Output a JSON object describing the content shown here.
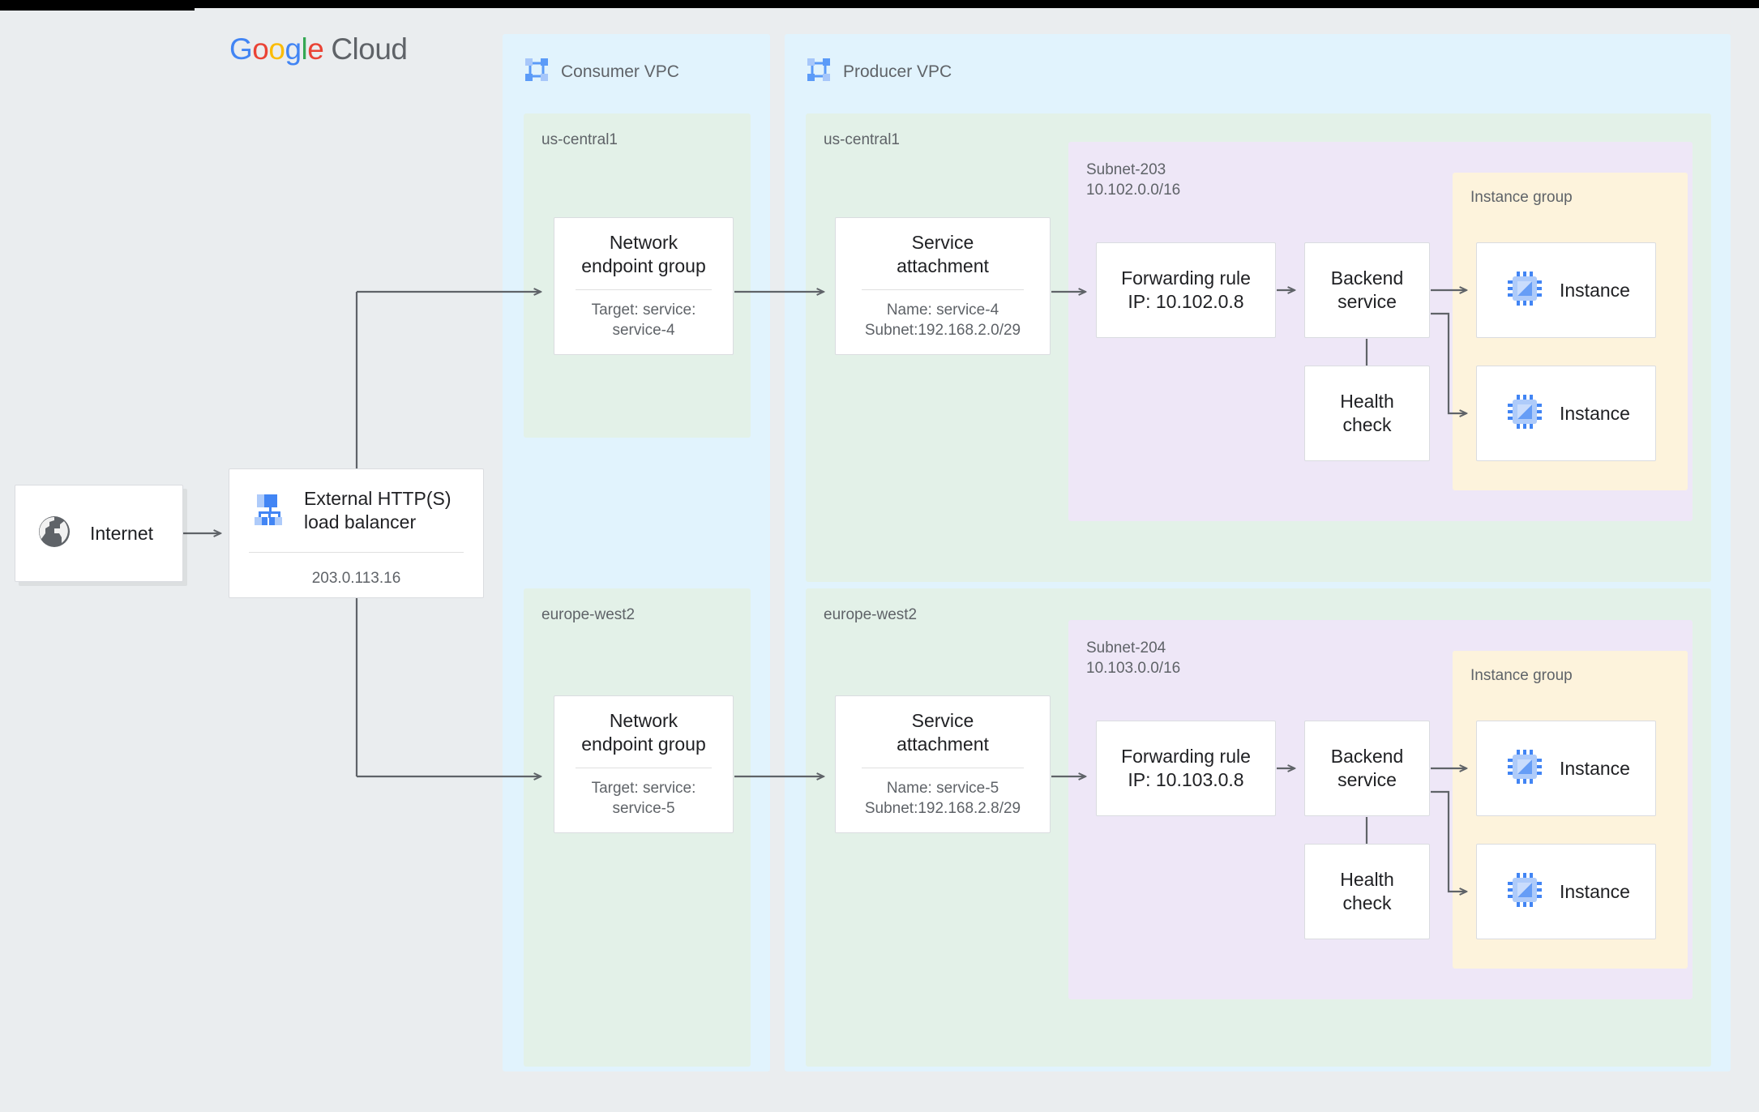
{
  "brand": {
    "g1": "G",
    "g2": "o",
    "g3": "o",
    "g4": "g",
    "g5": "l",
    "g6": "e",
    "word": "Cloud"
  },
  "internet": {
    "label": "Internet",
    "icon": "globe-icon"
  },
  "load_balancer": {
    "title": "External HTTP(S)\nload balancer",
    "ip": "203.0.113.16",
    "icon": "load-balancer-icon"
  },
  "consumer_vpc": {
    "title": "Consumer VPC",
    "icon": "vpc-icon",
    "regions": [
      {
        "name": "us-central1",
        "neg": {
          "title": "Network\nendpoint group",
          "sub": "Target: service:\nservice-4"
        }
      },
      {
        "name": "europe-west2",
        "neg": {
          "title": "Network\nendpoint group",
          "sub": "Target: service:\nservice-5"
        }
      }
    ]
  },
  "producer_vpc": {
    "title": "Producer VPC",
    "icon": "vpc-icon",
    "regions": [
      {
        "name": "us-central1",
        "service_attachment": {
          "title": "Service\nattachment",
          "sub": "Name: service-4\nSubnet:192.168.2.0/29"
        },
        "subnet": {
          "name": "Subnet-203",
          "cidr": "10.102.0.0/16"
        },
        "forwarding_rule": {
          "title": "Forwarding rule\nIP: 10.102.0.8"
        },
        "backend_service": {
          "title": "Backend\nservice"
        },
        "health_check": {
          "title": "Health\ncheck"
        },
        "instance_group": {
          "label": "Instance group",
          "instances": [
            {
              "label": "Instance",
              "icon": "instance-chip-icon"
            },
            {
              "label": "Instance",
              "icon": "instance-chip-icon"
            }
          ]
        }
      },
      {
        "name": "europe-west2",
        "service_attachment": {
          "title": "Service\nattachment",
          "sub": "Name: service-5\nSubnet:192.168.2.8/29"
        },
        "subnet": {
          "name": "Subnet-204",
          "cidr": "10.103.0.0/16"
        },
        "forwarding_rule": {
          "title": "Forwarding rule\nIP: 10.103.0.8"
        },
        "backend_service": {
          "title": "Backend\nservice"
        },
        "health_check": {
          "title": "Health\ncheck"
        },
        "instance_group": {
          "label": "Instance group",
          "instances": [
            {
              "label": "Instance",
              "icon": "instance-chip-icon"
            },
            {
              "label": "Instance",
              "icon": "instance-chip-icon"
            }
          ]
        }
      }
    ]
  },
  "colors": {
    "page_bg": "#eaedef",
    "vpc_bg": "#e1f3fd",
    "region_bg": "#e3f1e8",
    "subnet_bg": "#eee7f7",
    "instance_group_bg": "#fdf3dc",
    "card_border": "#dadce0",
    "wire": "#5f6368",
    "text_primary": "#202124",
    "text_secondary": "#5f6368",
    "accent_blue": "#4285f4"
  }
}
